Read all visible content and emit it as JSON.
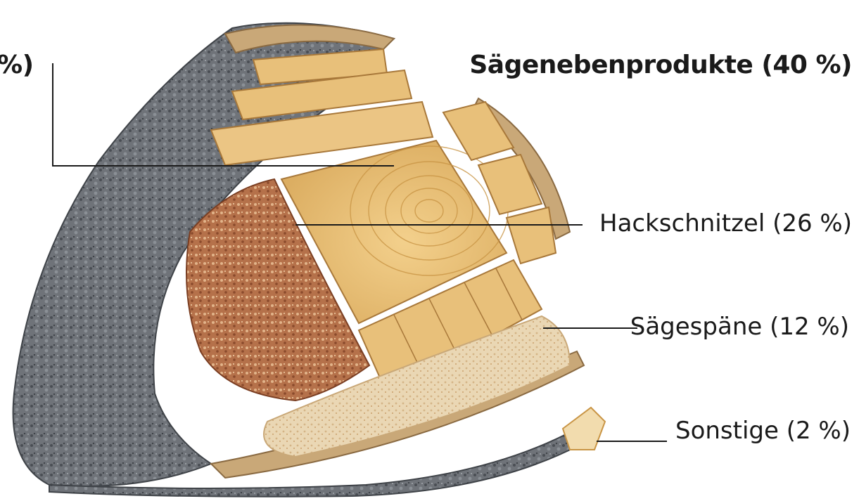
{
  "labels": {
    "left_partial": "%)",
    "byproducts": "Sägenebenprodukte (40 %)",
    "chips": "Hackschnitzel (26 %)",
    "sawdust": "Sägespäne (12 %)",
    "other": "Sonstige (2 %)"
  },
  "colors": {
    "bark": "#6f7379",
    "bark_dark": "#3f4348",
    "cambium": "#c9a878",
    "wood": "#e8c07a",
    "wood_dark": "#c99545",
    "chips": "#b5714a",
    "sawdust": "#ead7b4",
    "leader": "#1a1a1a"
  }
}
